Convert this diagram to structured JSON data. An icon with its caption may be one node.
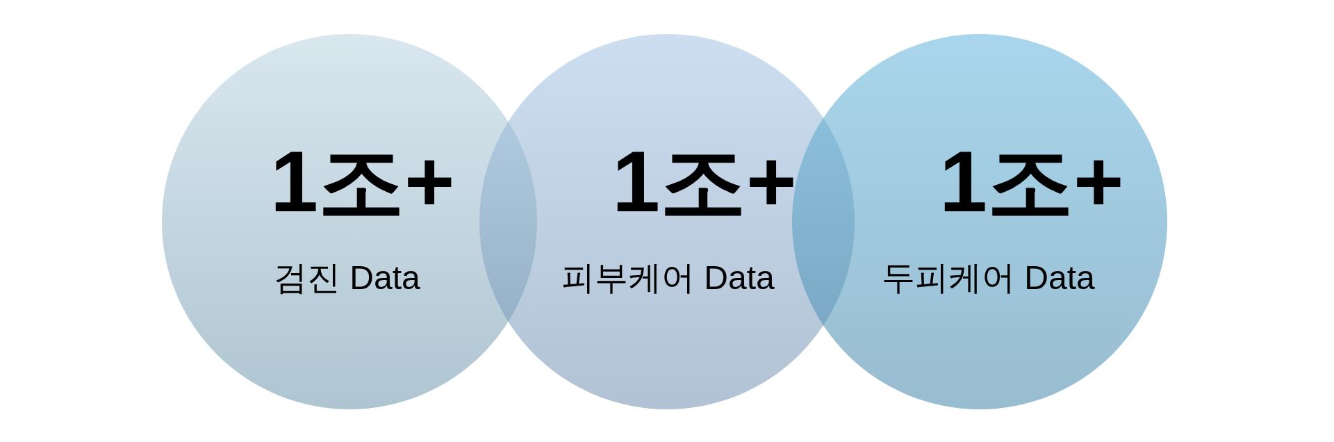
{
  "diagram": {
    "nodes": [
      {
        "text": [
          "1조+",
          "검진 Data"
        ]
      },
      {
        "text": [
          "1조+",
          "피부케어 Data"
        ]
      },
      {
        "text": [
          "1조+",
          "두피케어 Data"
        ]
      }
    ]
  }
}
